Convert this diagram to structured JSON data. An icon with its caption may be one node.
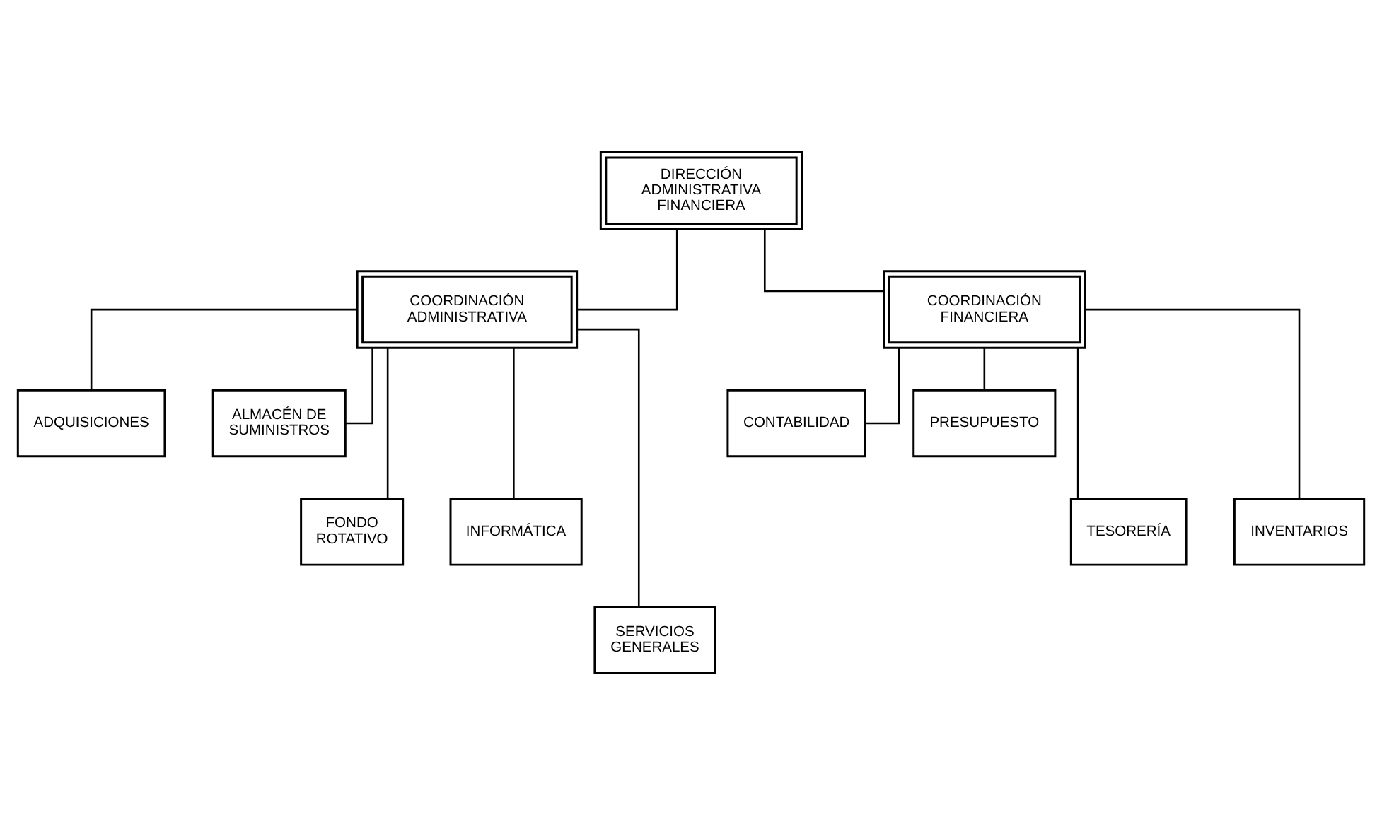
{
  "diagram": {
    "nodes": [
      {
        "text": [
          "DIRECCIÓN ADMINISTRATIVA FINANCIERA"
        ]
      },
      {
        "text": [
          "COORDINACIÓN ADMINISTRATIVA"
        ]
      },
      {
        "text": [
          "COORDINACIÓN FINANCIERA"
        ]
      },
      {
        "text": [
          "ADQUISICIONES"
        ]
      },
      {
        "text": [
          "ALMACÉN DE SUMINISTROS"
        ]
      },
      {
        "text": [
          "FONDO ROTATIVO"
        ]
      },
      {
        "text": [
          "INFORMÁTICA"
        ]
      },
      {
        "text": [
          "SERVICIOS GENERALES"
        ]
      },
      {
        "text": [
          "CONTABILIDAD"
        ]
      },
      {
        "text": [
          "PRESUPUESTO"
        ]
      },
      {
        "text": [
          "TESORERÍA"
        ]
      },
      {
        "text": [
          "INVENTARIOS"
        ]
      }
    ],
    "edges": [
      {
        "from": 0,
        "to": 1,
        "arrow": "none"
      },
      {
        "from": 0,
        "to": 2,
        "arrow": "none"
      },
      {
        "from": 1,
        "to": 3,
        "arrow": "none"
      },
      {
        "from": 1,
        "to": 4,
        "arrow": "none"
      },
      {
        "from": 1,
        "to": 5,
        "arrow": "none"
      },
      {
        "from": 1,
        "to": 6,
        "arrow": "none"
      },
      {
        "from": 1,
        "to": 7,
        "arrow": "none"
      },
      {
        "from": 2,
        "to": 8,
        "arrow": "none"
      },
      {
        "from": 2,
        "to": 9,
        "arrow": "none"
      },
      {
        "from": 2,
        "to": 10,
        "arrow": "none"
      },
      {
        "from": 2,
        "to": 11,
        "arrow": "none"
      }
    ]
  }
}
